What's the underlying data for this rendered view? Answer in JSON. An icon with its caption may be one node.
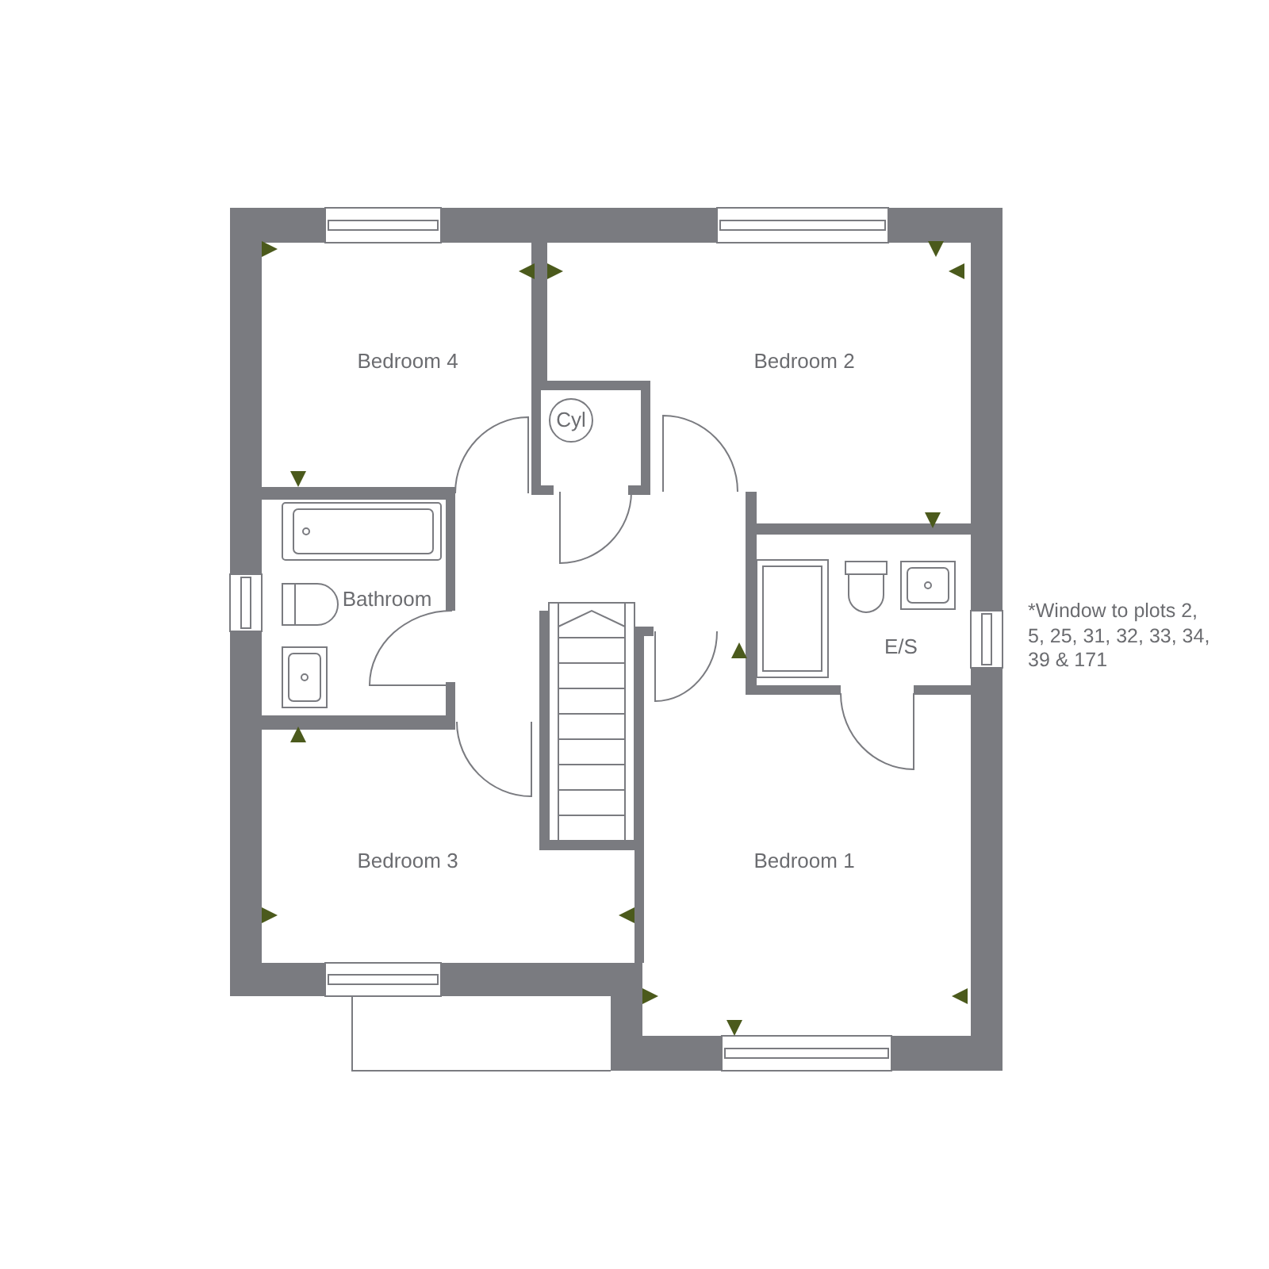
{
  "diagram": {
    "nodes": [
      {
        "text": [
          "Bedroom 4"
        ]
      },
      {
        "text": [
          "Bedroom 2"
        ]
      },
      {
        "text": [
          "Cyl"
        ]
      },
      {
        "text": [
          "Bathroom"
        ]
      },
      {
        "text": [
          "E/S"
        ]
      },
      {
        "text": [
          "Bedroom 3"
        ]
      },
      {
        "text": [
          "Bedroom 1"
        ]
      }
    ],
    "labels": [
      "*Window to plots 2, 5, 25, 31, 32, 33, 34, 39 & 171"
    ]
  }
}
